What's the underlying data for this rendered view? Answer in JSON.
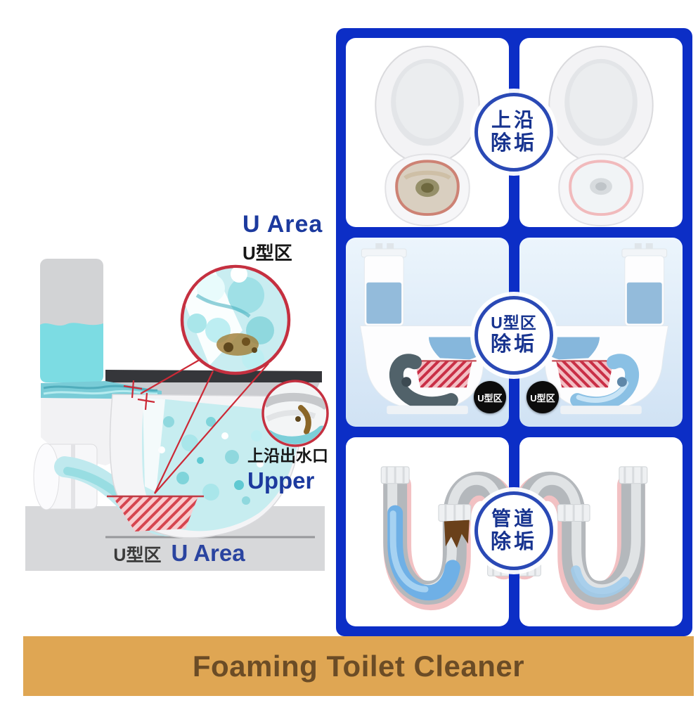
{
  "banner": {
    "text": "Foaming Toilet Cleaner"
  },
  "left_diagram": {
    "u_area_en": "U Area",
    "u_area_zh": "U型区",
    "upper_zh": "上沿出水口",
    "upper_en": "Upper",
    "bottom_zh": "U型区",
    "bottom_en": "U Area"
  },
  "right_panel": {
    "badges": [
      {
        "line1": "上沿",
        "line2": "除垢"
      },
      {
        "line1": "U型区",
        "line2": "除垢"
      },
      {
        "line1": "管道",
        "line2": "除垢"
      }
    ],
    "u_marker": "U型区"
  },
  "colors": {
    "panel_blue": "#0c2ec6",
    "badge_ring_blue": "#2a49b5",
    "badge_text_blue": "#17338f",
    "label_blue": "#1c3a9e",
    "magnifier_red": "#c53040",
    "hatch_red": "#d6454f",
    "foam_teal": "#7cdce3",
    "banner_bg": "#dfa653",
    "banner_text": "#6b4c26"
  }
}
